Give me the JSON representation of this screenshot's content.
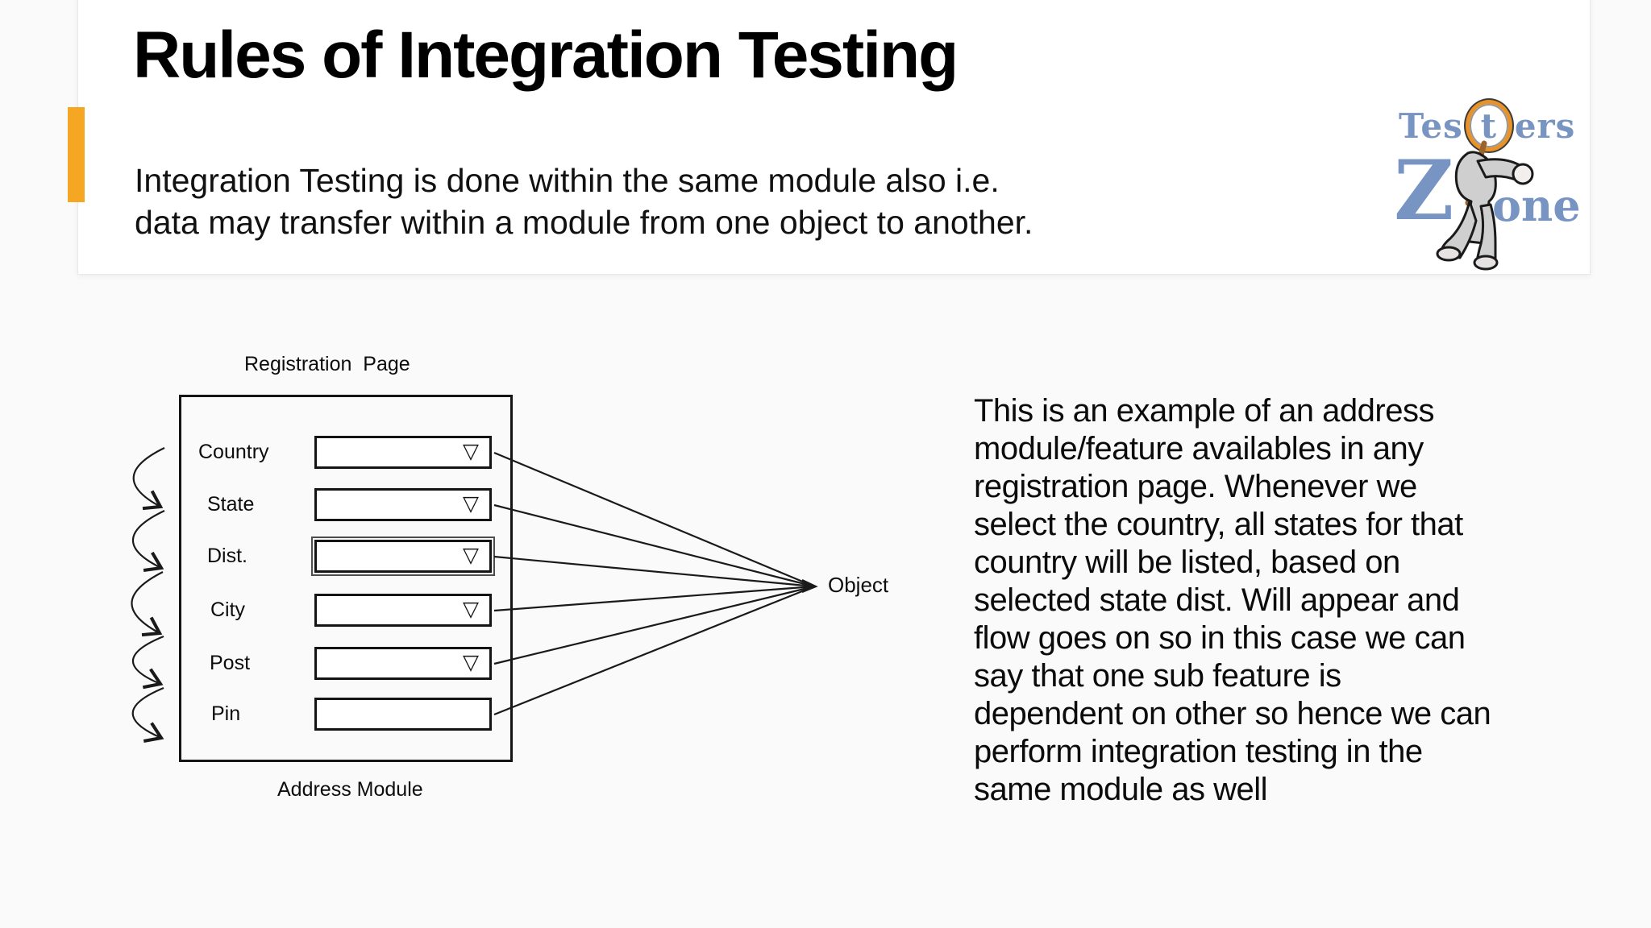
{
  "slide": {
    "title": "Rules of Integration Testing",
    "subtitle": "Integration Testing is done within the same module also i.e.\ndata may transfer within a module from one object to another."
  },
  "logo": {
    "word1_prefix": "Tes",
    "word1_lens_letter": "t",
    "word1_suffix": "ers",
    "word2_initial": "Z",
    "word2_rest": "one"
  },
  "diagram": {
    "page_label": "Registration  Page",
    "module_label": "Address Module",
    "object_label": "Object",
    "fields": [
      {
        "label": "Country",
        "type": "dropdown"
      },
      {
        "label": "State",
        "type": "dropdown"
      },
      {
        "label": "Dist.",
        "type": "dropdown"
      },
      {
        "label": "City",
        "type": "dropdown"
      },
      {
        "label": "Post",
        "type": "dropdown"
      },
      {
        "label": "Pin",
        "type": "text"
      }
    ]
  },
  "description": "This is an example of an address\nmodule/feature availables in any\nregistration page. Whenever we\nselect the country, all states for that\ncountry will be listed, based on\nselected state dist. Will appear and\nflow goes on so in this case we can\nsay that one sub feature is\ndependent on other so hence we can\nperform integration testing in the\nsame module as well",
  "icons": {
    "dropdown_arrow": "▽"
  },
  "colors": {
    "accent_bar": "#F5A623",
    "logo_blue": "#7794C2",
    "lens_orange": "#E8922A",
    "diagram_line": "#1A1A1A"
  }
}
